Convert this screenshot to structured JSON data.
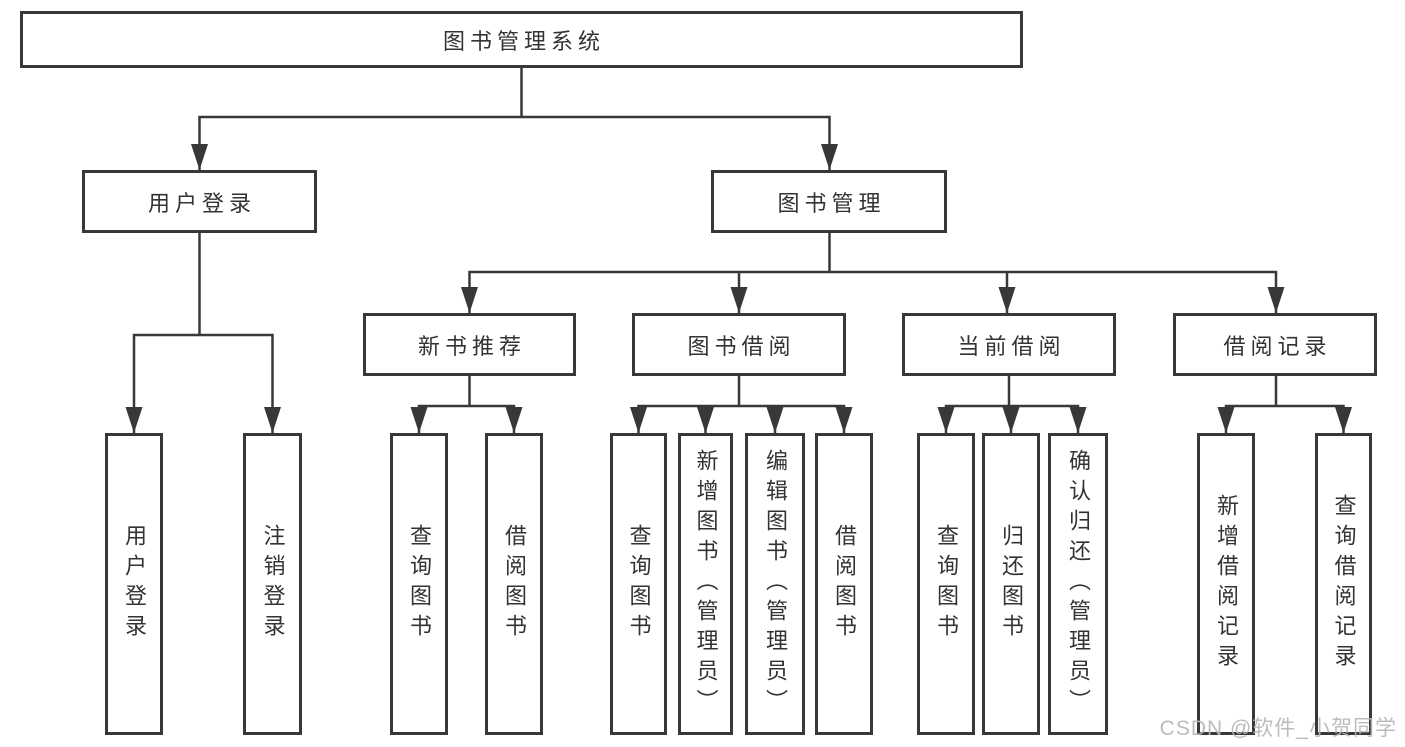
{
  "tree": {
    "root": {
      "label": "图书管理系统",
      "children": [
        {
          "label": "用户登录",
          "children": [
            {
              "label": "用户登录"
            },
            {
              "label": "注销登录"
            }
          ]
        },
        {
          "label": "图书管理",
          "children": [
            {
              "label": "新书推荐",
              "children": [
                {
                  "label": "查询图书"
                },
                {
                  "label": "借阅图书"
                }
              ]
            },
            {
              "label": "图书借阅",
              "children": [
                {
                  "label": "查询图书"
                },
                {
                  "label": "新增图书（管理员）"
                },
                {
                  "label": "编辑图书（管理员）"
                },
                {
                  "label": "借阅图书"
                }
              ]
            },
            {
              "label": "当前借阅",
              "children": [
                {
                  "label": "查询图书"
                },
                {
                  "label": "归还图书"
                },
                {
                  "label": "确认归还（管理员）"
                }
              ]
            },
            {
              "label": "借阅记录",
              "children": [
                {
                  "label": "新增借阅记录"
                },
                {
                  "label": "查询借阅记录"
                }
              ]
            }
          ]
        }
      ]
    }
  },
  "watermark": {
    "text": "CSDN @软件_小贺同学"
  },
  "colors": {
    "line": "#383838",
    "box_text": "#333333",
    "background": "#ffffff",
    "watermark": "#b6b6b6"
  }
}
